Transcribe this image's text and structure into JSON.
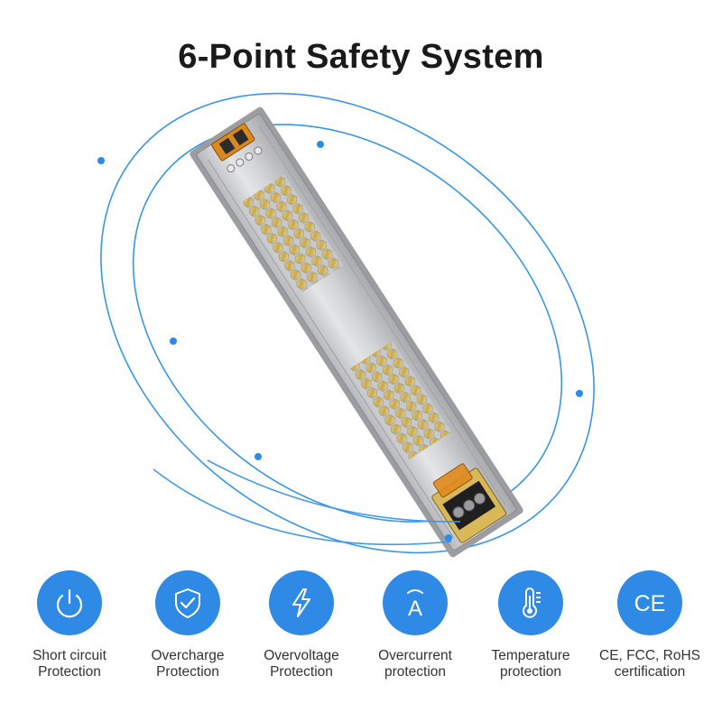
{
  "title": "6-Point Safety System",
  "colors": {
    "accent": "#2f8ae6",
    "orbit": "#3a95e8",
    "housing": "#c9cacc",
    "title_text": "#1a1a1a",
    "label_text": "#333333"
  },
  "product": {
    "image": "slim aluminum LED power supply with honeycomb vents and terminal blocks"
  },
  "features": [
    {
      "icon": "power-icon",
      "line1": "Short circuit",
      "line2": "Protection"
    },
    {
      "icon": "shield-check-icon",
      "line1": "Overcharge",
      "line2": "Protection"
    },
    {
      "icon": "lightning-icon",
      "line1": "Overvoltage",
      "line2": "Protection"
    },
    {
      "icon": "ampere-icon",
      "line1": "Overcurrent",
      "line2": "protection",
      "symbol": "A"
    },
    {
      "icon": "thermometer-icon",
      "line1": "Temperature",
      "line2": "protection"
    },
    {
      "icon": "ce-mark-icon",
      "line1": "CE, FCC, RoHS",
      "line2": "certification",
      "symbol": "CE"
    }
  ]
}
